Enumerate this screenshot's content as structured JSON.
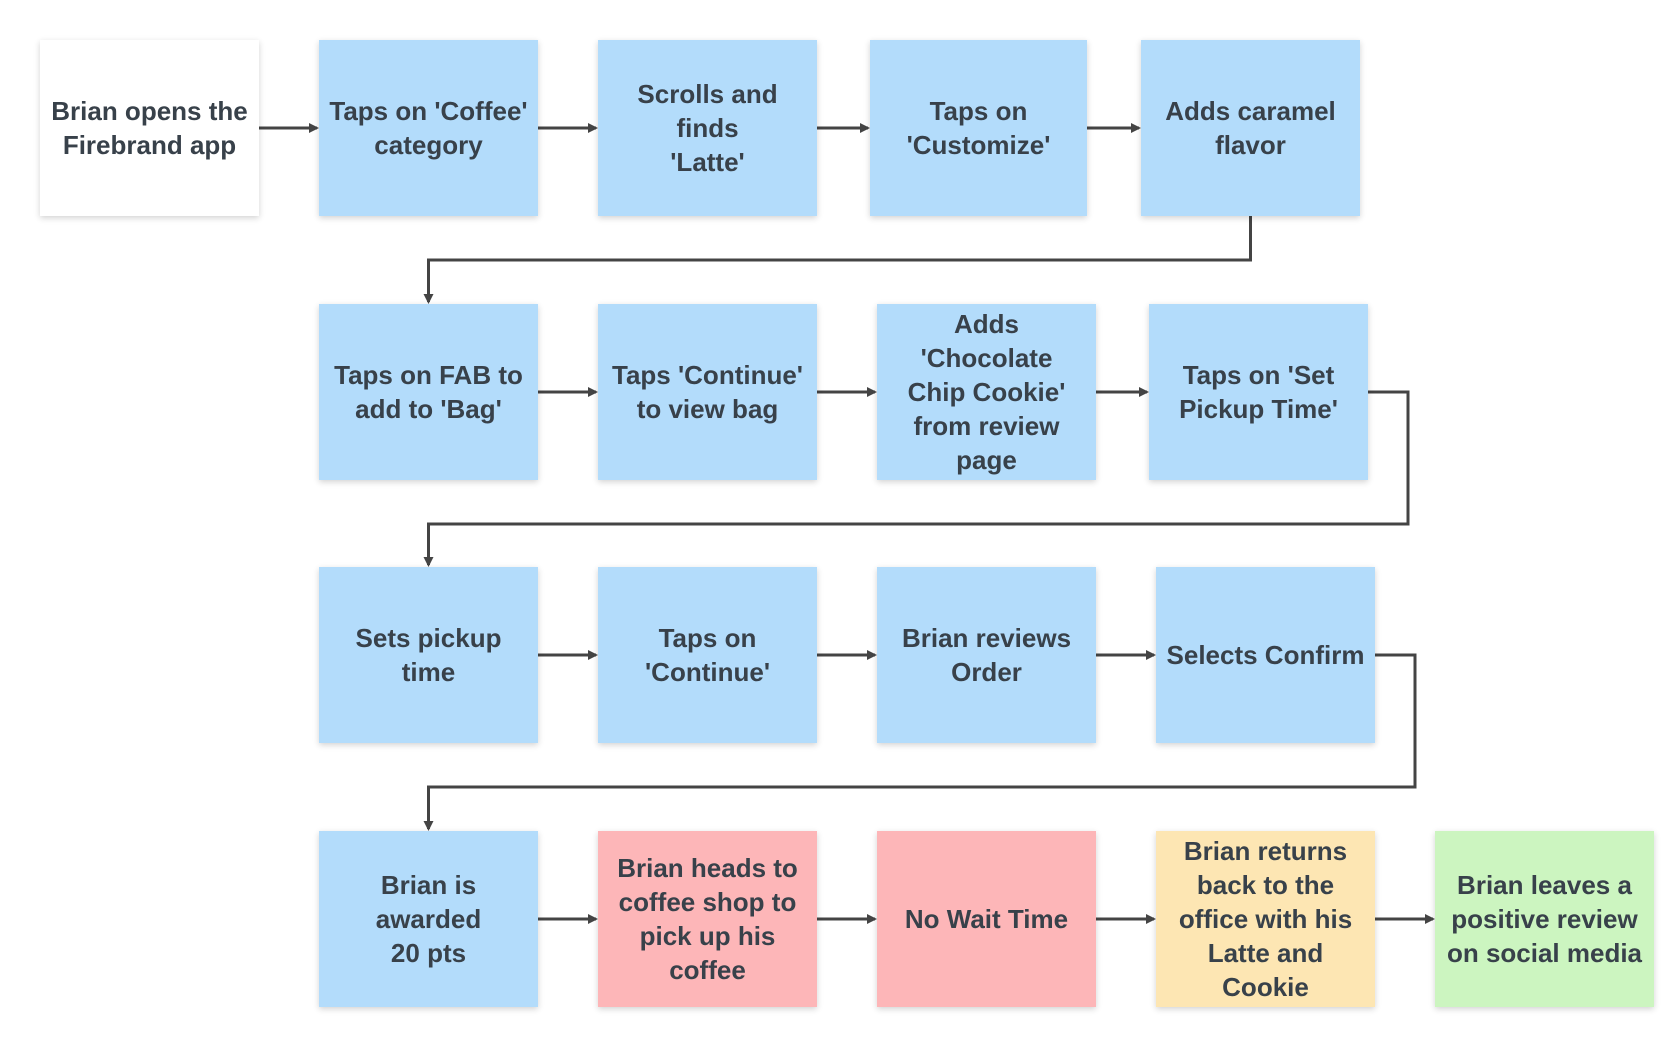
{
  "colors": {
    "white": "#ffffff",
    "blue": "#b3dcfb",
    "red": "#fdb6b8",
    "yellow": "#fde6b3",
    "green": "#ccf5c0",
    "arrow": "#444444"
  },
  "steps": [
    {
      "label": "Brian opens the Firebrand app",
      "color": "white"
    },
    {
      "label": "Taps on 'Coffee' category",
      "color": "blue"
    },
    {
      "label": "Scrolls and finds 'Latte'",
      "color": "blue"
    },
    {
      "label": "Taps on 'Customize'",
      "color": "blue"
    },
    {
      "label": "Adds caramel flavor",
      "color": "blue"
    },
    {
      "label": "Taps on FAB to add to 'Bag'",
      "color": "blue"
    },
    {
      "label": "Taps 'Continue' to view bag",
      "color": "blue"
    },
    {
      "label": "Adds 'Chocolate Chip Cookie' from review page",
      "color": "blue"
    },
    {
      "label": "Taps on 'Set Pickup Time'",
      "color": "blue"
    },
    {
      "label": "Sets pickup time",
      "color": "blue"
    },
    {
      "label": "Taps on 'Continue'",
      "color": "blue"
    },
    {
      "label": "Brian reviews Order",
      "color": "blue"
    },
    {
      "label": "Selects Confirm",
      "color": "blue"
    },
    {
      "label": "Brian is awarded 20 pts",
      "color": "blue"
    },
    {
      "label": "Brian heads to coffee shop to pick up his coffee",
      "color": "red"
    },
    {
      "label": "No Wait Time",
      "color": "red"
    },
    {
      "label": "Brian returns back to the office with his Latte and Cookie",
      "color": "yellow"
    },
    {
      "label": "Brian leaves a positive review on social media",
      "color": "green"
    }
  ]
}
